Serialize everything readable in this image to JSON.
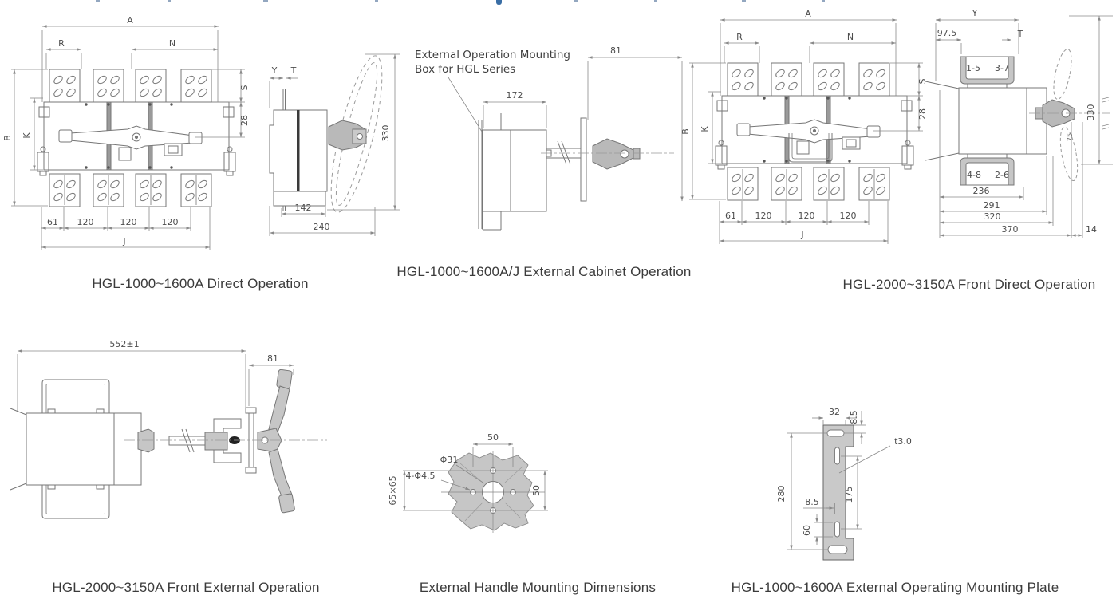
{
  "page": {
    "background": "#ffffff",
    "line_color": "#777777",
    "dim_line_color": "#8a8a8a",
    "text_color": "#4d4d4d",
    "caption_color": "#3b3b3b",
    "gray_fill": "#c6c6c6",
    "clipped_heading_color": "#3a6ea5"
  },
  "captions": {
    "c1": "HGL-1000~1600A Direct Operation",
    "c2": "HGL-1000~1600A/J External Cabinet Operation",
    "c3": "HGL-2000~3150A Front Direct Operation",
    "c4": "HGL-2000~3150A Front External Operation",
    "c5": "External Handle Mounting Dimensions",
    "c6": "HGL-1000~1600A External Operating Mounting Plate"
  },
  "front_1000": {
    "dims": {
      "A": "A",
      "R": "R",
      "N": "N",
      "S": "S",
      "d28": "28",
      "B": "B",
      "K": "K",
      "d61": "61",
      "d120a": "120",
      "d120b": "120",
      "d120c": "120",
      "J": "J"
    }
  },
  "side_1000": {
    "dims": {
      "Y": "Y",
      "T": "T",
      "d330": "330",
      "d142": "142",
      "d240": "240"
    }
  },
  "cabinet": {
    "note_line1": "External Operation Mounting",
    "note_line2": "Box for HGL Series",
    "dims": {
      "d172": "172",
      "d81": "81"
    }
  },
  "front_3150": {
    "dims": {
      "A": "A",
      "R": "R",
      "N": "N",
      "S": "S",
      "d28": "28",
      "B": "B",
      "K": "K",
      "d61": "61",
      "d120a": "120",
      "d120b": "120",
      "d120c": "120",
      "J": "J"
    }
  },
  "side_3150": {
    "dims": {
      "Y": "Y",
      "d97_5": "97.5",
      "T": "T",
      "p15": "1-5",
      "p37": "3-7",
      "p48": "4-8",
      "p26": "2-6",
      "d236": "236",
      "d291": "291",
      "d320": "320",
      "d370": "370",
      "d14": "14",
      "d330": "330",
      "d75": "75"
    }
  },
  "external_op": {
    "dims": {
      "d552": "552±1",
      "d81": "81"
    }
  },
  "handle_mount": {
    "dims": {
      "d50top": "50",
      "phi31": "Φ31",
      "holes": "4-Φ4.5",
      "plate": "65×65",
      "d50right": "50"
    }
  },
  "mount_plate": {
    "dims": {
      "d32": "32",
      "d85a": "8.5",
      "t30": "t3.0",
      "d280": "280",
      "d175": "175",
      "d85b": "8.5",
      "d60": "60"
    }
  }
}
